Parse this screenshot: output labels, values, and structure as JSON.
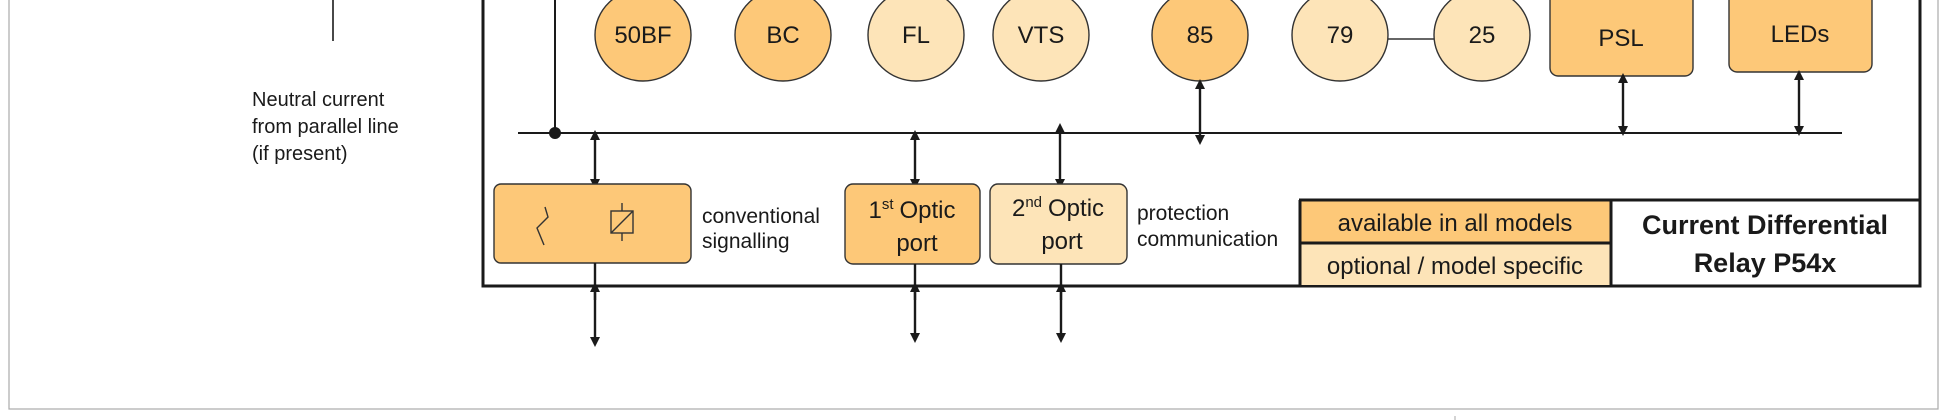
{
  "colors": {
    "available": "#fdc878",
    "optional": "#fde4b8",
    "stroke": "#333333",
    "line": "#1a1a1a",
    "frame": "#aaaaaa"
  },
  "functions": [
    {
      "id": "50bf",
      "label": "50BF",
      "kind": "available"
    },
    {
      "id": "bc",
      "label": "BC",
      "kind": "available"
    },
    {
      "id": "fl",
      "label": "FL",
      "kind": "optional"
    },
    {
      "id": "vts",
      "label": "VTS",
      "kind": "optional"
    },
    {
      "id": "85",
      "label": "85",
      "kind": "available"
    },
    {
      "id": "79",
      "label": "79",
      "kind": "optional"
    },
    {
      "id": "25",
      "label": "25",
      "kind": "optional"
    },
    {
      "id": "psl",
      "label": "PSL",
      "kind": "available"
    },
    {
      "id": "leds",
      "label": "LEDs",
      "kind": "available"
    }
  ],
  "neutral_note": [
    "Neutral current",
    "from parallel line",
    "(if present)"
  ],
  "conventional_label": [
    "conventional",
    "signalling"
  ],
  "optic_port_1": {
    "ordinal": "1",
    "suffix": "st",
    "word": "Optic",
    "port": "port"
  },
  "optic_port_2": {
    "ordinal": "2",
    "suffix": "nd",
    "word": "Optic",
    "port": "port"
  },
  "protection_label": [
    "protection",
    "communication"
  ],
  "legend": {
    "available": "available in all models",
    "optional": "optional / model specific"
  },
  "relay_title": [
    "Current Differential",
    "Relay P54x"
  ]
}
